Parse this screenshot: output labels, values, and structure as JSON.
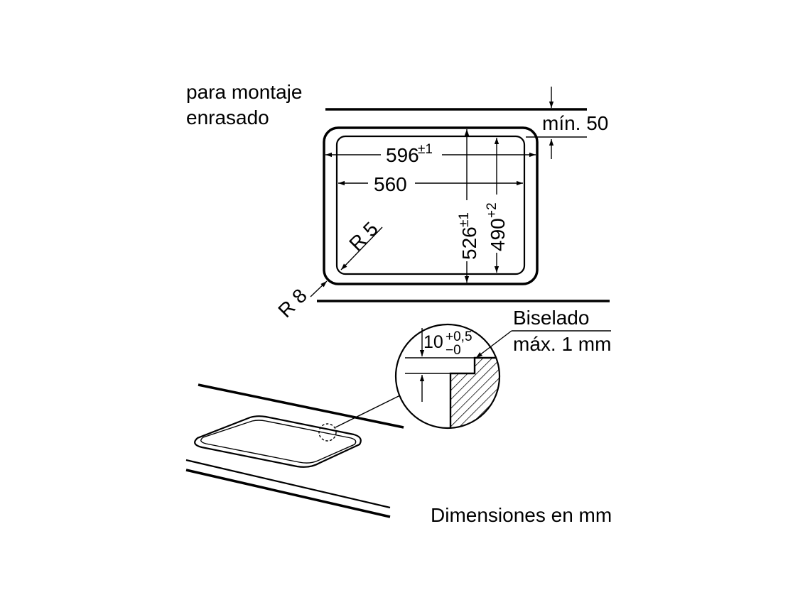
{
  "labels": {
    "mounting_line1": "para montaje",
    "mounting_line2": "enrasado",
    "min_clearance": "mín. 50",
    "width_outer": "596",
    "width_outer_tol": "±1",
    "width_inner": "560",
    "depth_outer": "526",
    "depth_outer_tol": "±1",
    "depth_inner": "490",
    "depth_inner_tol": "+2",
    "radius_inner": "R 5",
    "radius_outer": "R 8",
    "chamfer_line1": "Biselado",
    "chamfer_line2": "máx. 1 mm",
    "rebate_depth": "10",
    "rebate_tol_plus": "+0,5",
    "rebate_tol_minus": "−0",
    "units_note": "Dimensiones en mm"
  }
}
